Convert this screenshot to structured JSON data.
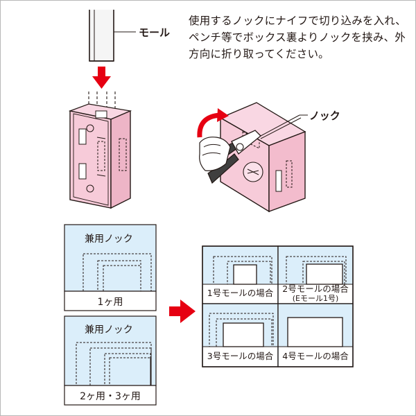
{
  "instruction": "使用するノックにナイフで切り込みを入れ、ペンチ等でボックス裏よりノックを挟み、外方向に折り取ってください。",
  "labels": {
    "mall": "モール",
    "knock": "ノック"
  },
  "left_boxes": [
    {
      "title": "兼用ノック",
      "caption": "1ヶ用"
    },
    {
      "title": "兼用ノック",
      "caption": "2ヶ用・3ヶ用"
    }
  ],
  "cells": [
    {
      "caption": "1号モールの場合",
      "sub": ""
    },
    {
      "caption": "2号モールの場合",
      "sub": "(Eモール1号)"
    },
    {
      "caption": "3号モールの場合",
      "sub": ""
    },
    {
      "caption": "4号モールの場合",
      "sub": ""
    }
  ],
  "colors": {
    "box_pink": "#f7cbd9",
    "panel_blue": "#dbeefa",
    "arrow_red": "#e60012",
    "line": "#231815"
  }
}
